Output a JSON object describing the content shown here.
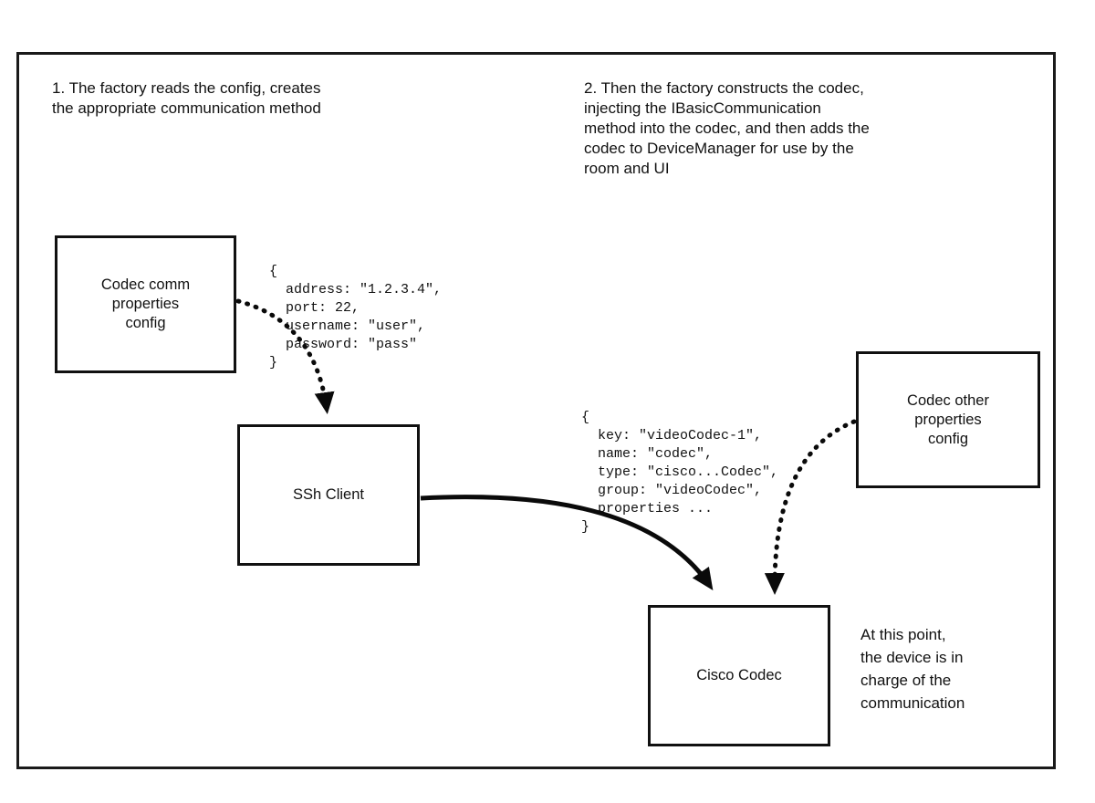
{
  "diagram": {
    "notes": {
      "step1": "1. The factory reads the config, creates\nthe appropriate communication method",
      "step2": "2. Then the factory constructs the codec,\ninjecting the IBasicCommunication\nmethod into the codec, and then adds the\ncodec to DeviceManager for use by the\nroom and UI",
      "result": "At this point,\nthe device is in\ncharge of the\ncommunication"
    },
    "boxes": {
      "codec_comm_config": {
        "label": "Codec comm\nproperties\nconfig"
      },
      "ssh_client": {
        "label": "SSh Client"
      },
      "codec_other_config": {
        "label": "Codec other\nproperties\nconfig"
      },
      "cisco_codec": {
        "label": "Cisco Codec"
      }
    },
    "code": {
      "comm_properties": "{\n  address: \"1.2.3.4\",\n  port: 22,\n  username: \"user\",\n  password: \"pass\"\n}",
      "codec_properties": "{\n  key: \"videoCodec-1\",\n  name: \"codec\",\n  type: \"cisco...Codec\",\n  group: \"videoCodec\",\n  properties ...\n}"
    },
    "colors": {
      "line": "#0a0a0a",
      "background": "#ffffff"
    }
  }
}
